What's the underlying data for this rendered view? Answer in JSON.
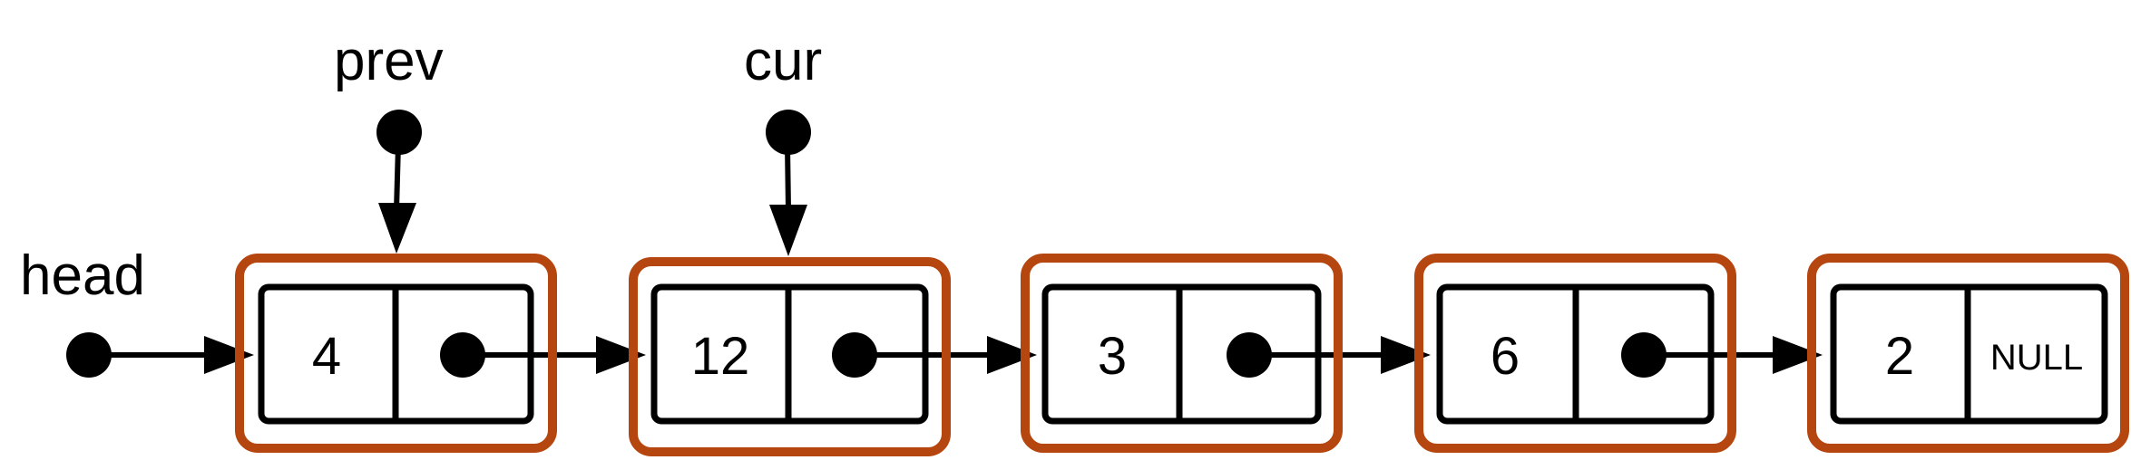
{
  "pointers": {
    "head": {
      "label": "head"
    },
    "prev": {
      "label": "prev"
    },
    "cur": {
      "label": "cur"
    }
  },
  "nodes": [
    {
      "value": "4",
      "next": ""
    },
    {
      "value": "12",
      "next": ""
    },
    {
      "value": "3",
      "next": ""
    },
    {
      "value": "6",
      "next": ""
    },
    {
      "value": "2",
      "next": "NULL"
    }
  ],
  "colors": {
    "node_outline": "#b5460f",
    "cell_stroke": "#000000",
    "arrow": "#000000"
  }
}
